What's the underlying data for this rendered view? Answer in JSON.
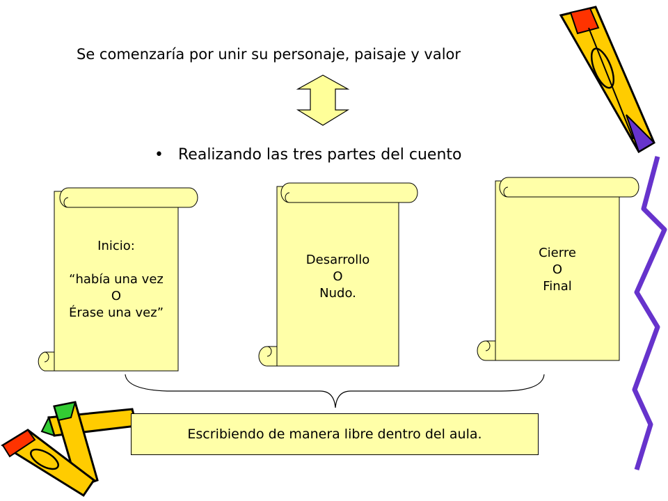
{
  "slide": {
    "title": "Se comenzaría por unir su personaje, paisaje y valor",
    "bullet": "Realizando las tres partes del cuento",
    "scrolls": [
      {
        "lines": [
          "Inicio:",
          "",
          "“había una vez",
          "O",
          "Érase una vez”"
        ]
      },
      {
        "lines": [
          "Desarrollo",
          "O",
          "Nudo."
        ]
      },
      {
        "lines": [
          "Cierre",
          "O",
          "Final"
        ]
      }
    ],
    "footer": "Escribiendo de manera libre dentro del aula.",
    "colors": {
      "scroll_fill": "#ffffa8",
      "arrow_fill": "#ffff99",
      "pencil_yellow": "#ffcc00",
      "pencil_red": "#ff3300",
      "pencil_purple": "#6633cc",
      "pencil_green": "#33cc33"
    },
    "icons": [
      "double-arrow-icon",
      "pencil-icon",
      "brace-icon",
      "scroll-icon"
    ]
  }
}
